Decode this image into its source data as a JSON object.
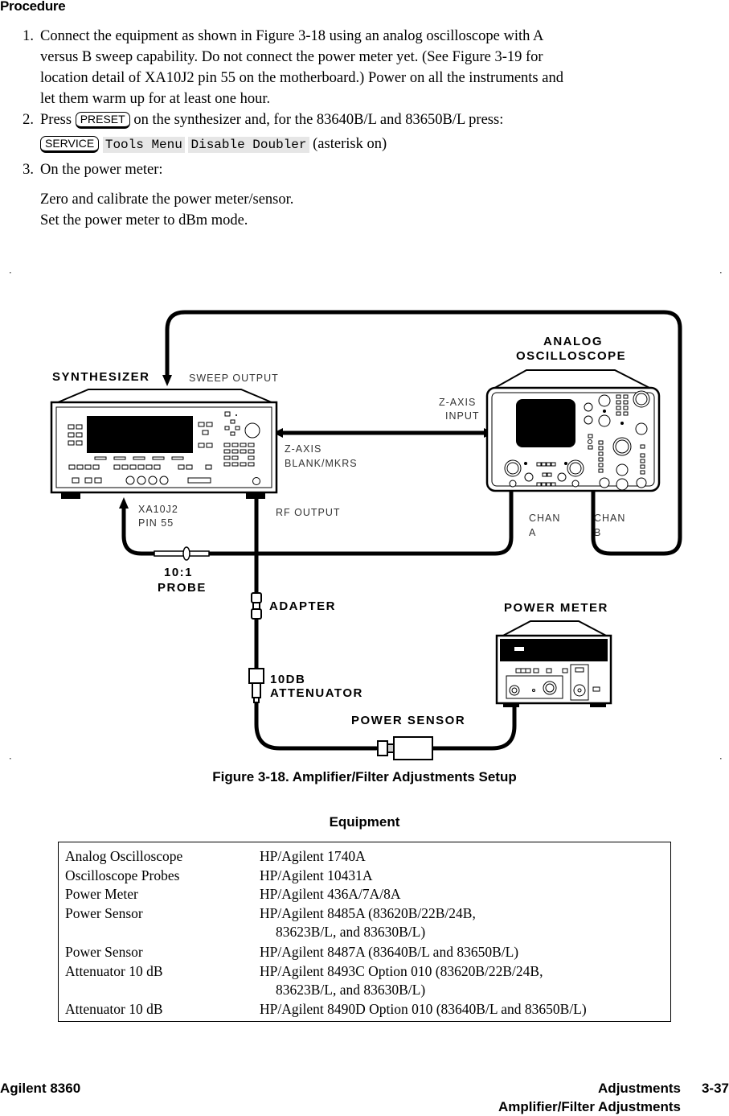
{
  "section_title": "Procedure",
  "steps": [
    {
      "number": "1.",
      "lines": [
        "Connect the equipment as shown in Figure 3-18 using an analog oscilloscope with A",
        "versus B sweep capability. Do not connect the power meter yet. (See Figure 3-19 for",
        "location detail of XA10J2 pin 55 on the motherboard.) Power on all the instruments and",
        "let them warm up for at least one hour."
      ]
    },
    {
      "number": "2.",
      "prefix": "Press",
      "key_preset": "PRESET",
      "suffix": "on the synthesizer and, for the 83640B/L and 83650B/L press:",
      "key_service": "SERVICE",
      "softkey_1": "Tools Menu",
      "softkey_2": "Disable Doubler",
      "tail": "(asterisk on)"
    },
    {
      "number": "3.",
      "text": "On the power meter:",
      "notes": [
        "Zero and calibrate the power meter/sensor.",
        "Set the power meter to dBm mode."
      ]
    }
  ],
  "diagram": {
    "synthesizer_label": "SYNTHESIZER",
    "sweep_output": "SWEEP  OUTPUT",
    "z_axis_blank_1": "Z-AXIS",
    "z_axis_blank_2": "BLANK/MKRS",
    "xa10j2": "XA10J2",
    "pin55": "PIN  55",
    "rf_output": "RF  OUTPUT",
    "probe_1": "10:1",
    "probe_2": "PROBE",
    "adapter": "ADAPTER",
    "attenuator_1": "10DB",
    "attenuator_2": "ATTENUATOR",
    "power_sensor": "POWER SENSOR",
    "power_meter": "POWER METER",
    "oscilloscope_1": "ANALOG",
    "oscilloscope_2": "OSCILLOSCOPE",
    "z_axis_input_1": "Z-AXIS",
    "z_axis_input_2": "INPUT",
    "chan_a_1": "CHAN",
    "chan_a_2": "A",
    "chan_b_1": "CHAN",
    "chan_b_2": "B"
  },
  "figure_caption": "Figure 3-18. Amplifier/Filter Adjustments Setup",
  "equipment": {
    "heading": "Equipment",
    "rows": [
      {
        "name": "Analog Oscilloscope",
        "model": "HP/Agilent 1740A"
      },
      {
        "name": "Oscilloscope Probes",
        "model": "HP/Agilent 10431A"
      },
      {
        "name": "Power Meter",
        "model": "HP/Agilent 436A/7A/8A"
      },
      {
        "name": "Power Sensor",
        "model": "HP/Agilent 8485A (83620B/22B/24B,",
        "model_cont": "83623B/L, and 83630B/L)"
      },
      {
        "name": "Power Sensor",
        "model": "HP/Agilent 8487A (83640B/L and 83650B/L)"
      },
      {
        "name": "Attenuator 10 dB",
        "model": "HP/Agilent 8493C Option 010 (83620B/22B/24B,",
        "model_cont": "83623B/L, and 83630B/L)"
      },
      {
        "name": "Attenuator 10 dB",
        "model": "HP/Agilent 8490D Option 010 (83640B/L and 83650B/L)"
      }
    ]
  },
  "footer": {
    "left": "Agilent 8360",
    "right_section": "Adjustments",
    "page_number": "3-37",
    "subsection": "Amplifier/Filter Adjustments"
  }
}
